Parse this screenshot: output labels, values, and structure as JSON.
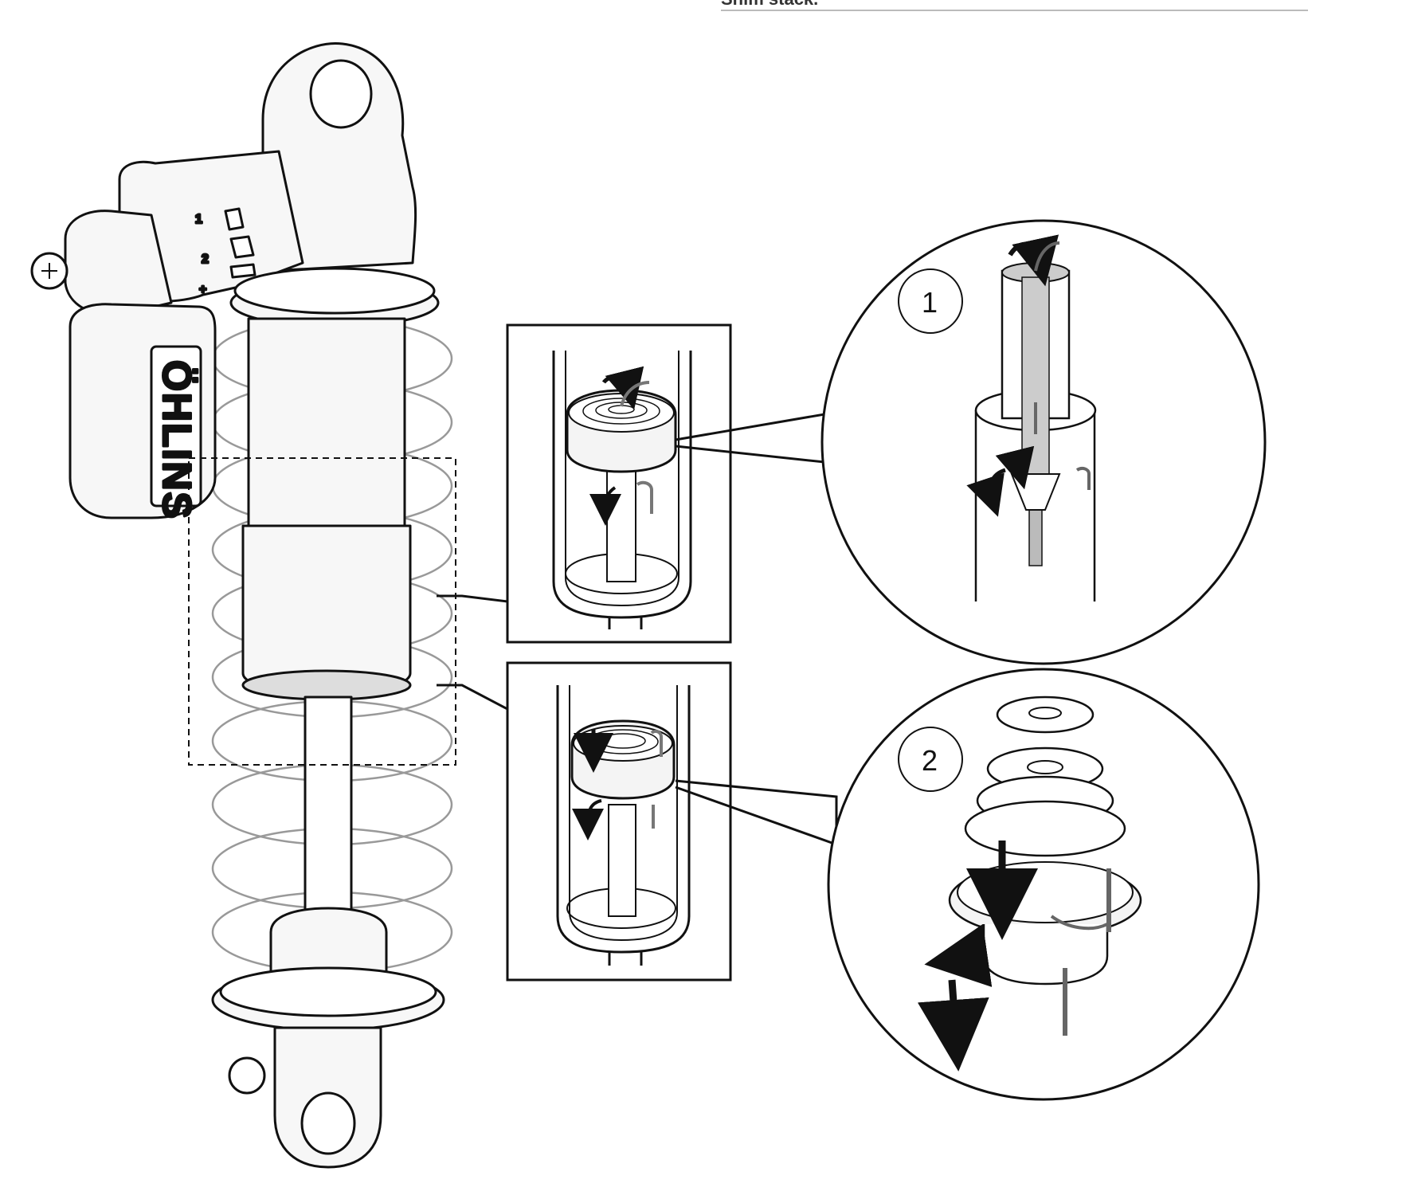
{
  "header": {
    "cut_text": "Shim stack."
  },
  "brand": {
    "logo_text": "ÖHLINS"
  },
  "reservoir_marks": [
    "1",
    "2",
    "+"
  ],
  "callouts": [
    {
      "number": "1"
    },
    {
      "number": "2"
    }
  ]
}
